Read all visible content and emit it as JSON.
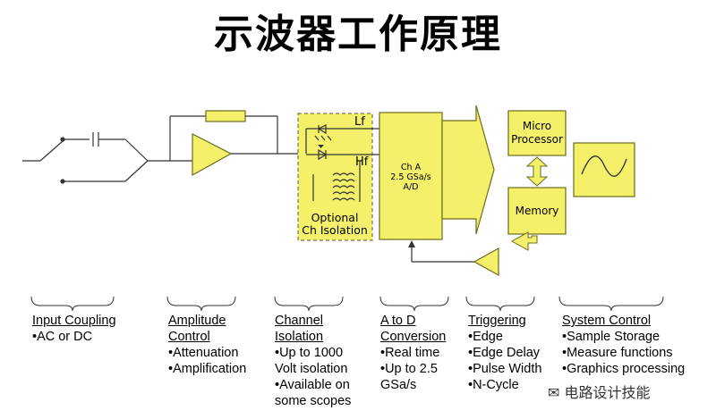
{
  "title": "示波器工作原理",
  "diagram": {
    "isolation_label_1": "Optional",
    "isolation_label_2": "Ch Isolation",
    "lf": "Lf",
    "hf": "Hf",
    "adc_line1": "Ch A",
    "adc_line2": "2.5 GSa/s",
    "adc_line3": "A/D",
    "micro_line1": "Micro",
    "micro_line2": "Processor",
    "memory": "Memory"
  },
  "columns": [
    {
      "head": [
        "Input Coupling"
      ],
      "items": [
        "•AC or DC"
      ]
    },
    {
      "head": [
        "Amplitude",
        "Control"
      ],
      "items": [
        "•Attenuation",
        "•Amplification"
      ]
    },
    {
      "head": [
        "Channel",
        "Isolation"
      ],
      "items": [
        "•Up to 1000",
        "Volt isolation",
        "•Available on",
        "some scopes"
      ]
    },
    {
      "head": [
        "A to D",
        "Conversion"
      ],
      "items": [
        "•Real time",
        "•Up to 2.5",
        "GSa/s"
      ]
    },
    {
      "head": [
        "Triggering"
      ],
      "items": [
        "•Edge",
        "•Edge Delay",
        "•Pulse Width",
        "•N-Cycle"
      ]
    },
    {
      "head": [
        "System Control"
      ],
      "items": [
        "•Sample Storage",
        "•Measure functions",
        "•Graphics processing"
      ]
    }
  ],
  "watermark": "电路设计技能",
  "colors": {
    "fill": "#f5f06a",
    "stroke": "#6b6b1e",
    "wire": "#333333"
  }
}
